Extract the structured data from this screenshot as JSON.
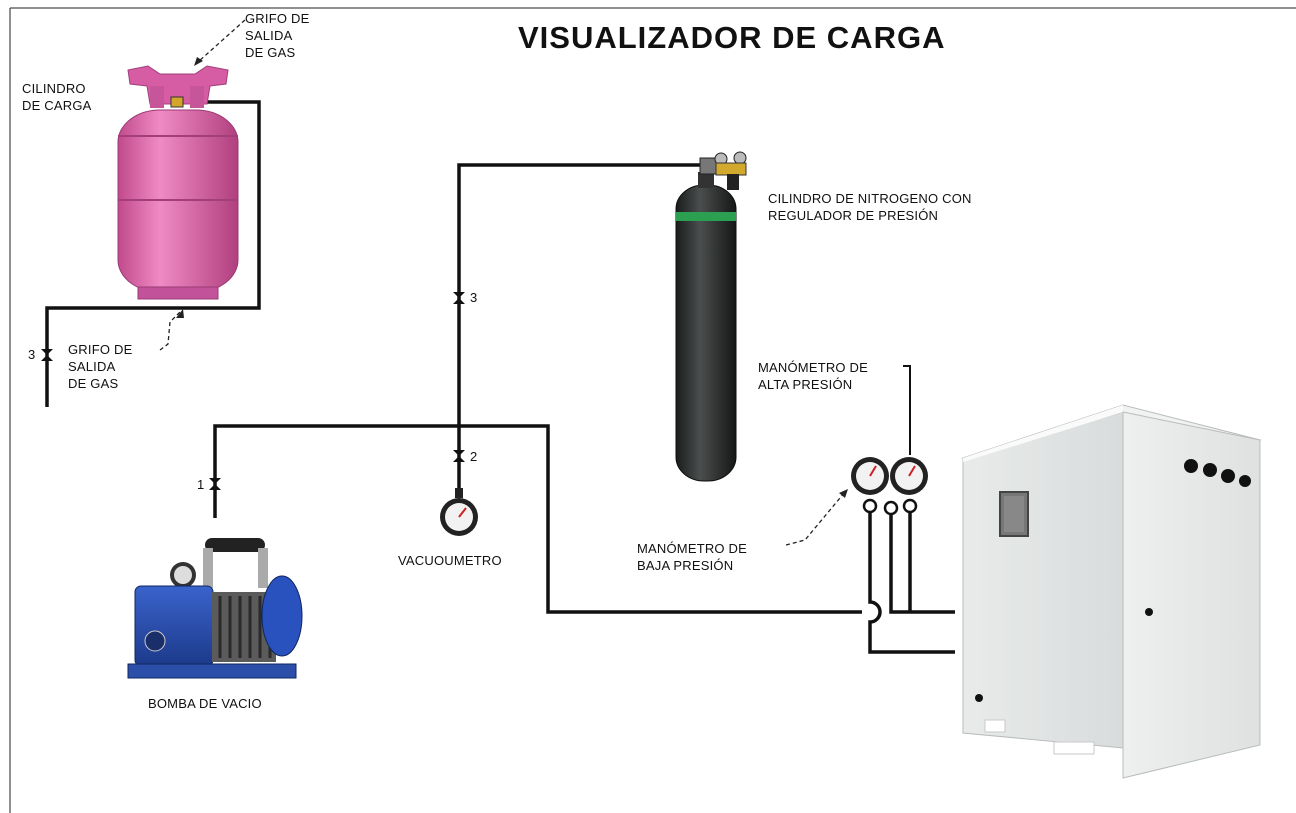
{
  "title": "VISUALIZADOR DE CARGA",
  "labels": {
    "grifo_top": "GRIFO DE\nSALIDA\nDE GAS",
    "cilindro_carga": "CILINDRO\nDE CARGA",
    "grifo_bottom": "GRIFO DE\nSALIDA\nDE GAS",
    "cilindro_nitrogeno": "CILINDRO DE NITROGENO CON\nREGULADOR DE PRESIÓN",
    "manometro_alta": "MANÓMETRO DE\nALTA PRESIÓN",
    "manometro_baja": "MANÓMETRO DE\nBAJA PRESIÓN",
    "vacuometro": "VACUOUMETRO",
    "bomba": "BOMBA DE VACIO"
  },
  "valves": {
    "refrigerant": "3",
    "nitrogen": "3",
    "vacuometer": "2",
    "pump": "1"
  },
  "colors": {
    "refrigerant_cylinder": "#e070b0",
    "nitrogen_cylinder": "#2e3130",
    "nitrogen_band": "#2aa050",
    "pump_body": "#2a4fb0",
    "unit_cabinet": "#e6e8e8",
    "line": "#111111"
  },
  "icons": [
    "refrigerant-cylinder-icon",
    "nitrogen-cylinder-icon",
    "vacuum-pump-icon",
    "gauge-icon",
    "valve-icon",
    "hvac-unit-icon"
  ]
}
